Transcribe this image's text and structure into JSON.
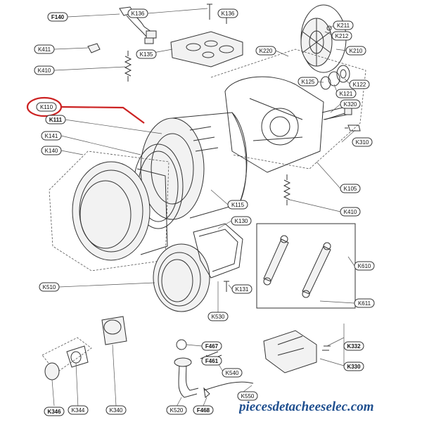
{
  "diagram": {
    "labels": [
      {
        "id": "F140",
        "text": "F140",
        "bold": true
      },
      {
        "id": "K136a",
        "text": "K136"
      },
      {
        "id": "K136b",
        "text": "K136"
      },
      {
        "id": "K211",
        "text": "K211"
      },
      {
        "id": "K212",
        "text": "K212"
      },
      {
        "id": "K210",
        "text": "K210"
      },
      {
        "id": "K411",
        "text": "K411"
      },
      {
        "id": "K135",
        "text": "K135"
      },
      {
        "id": "K220",
        "text": "K220"
      },
      {
        "id": "K410a",
        "text": "K410"
      },
      {
        "id": "K125",
        "text": "K125"
      },
      {
        "id": "K122",
        "text": "K122"
      },
      {
        "id": "K121",
        "text": "K121"
      },
      {
        "id": "K110",
        "text": "K110"
      },
      {
        "id": "K111",
        "text": "K111",
        "bold": true
      },
      {
        "id": "K320",
        "text": "K320"
      },
      {
        "id": "K141",
        "text": "K141"
      },
      {
        "id": "K310",
        "text": "K310"
      },
      {
        "id": "K140",
        "text": "K140"
      },
      {
        "id": "K105",
        "text": "K105"
      },
      {
        "id": "K115",
        "text": "K115"
      },
      {
        "id": "K410b",
        "text": "K410"
      },
      {
        "id": "K130",
        "text": "K130"
      },
      {
        "id": "K610",
        "text": "K610"
      },
      {
        "id": "K510",
        "text": "K510"
      },
      {
        "id": "K131",
        "text": "K131"
      },
      {
        "id": "K611",
        "text": "K611"
      },
      {
        "id": "K530",
        "text": "K530"
      },
      {
        "id": "F467",
        "text": "F467",
        "bold": true
      },
      {
        "id": "F461",
        "text": "F461",
        "bold": true
      },
      {
        "id": "K332",
        "text": "K332",
        "bold": true
      },
      {
        "id": "K540",
        "text": "K540"
      },
      {
        "id": "K330",
        "text": "K330",
        "bold": true
      },
      {
        "id": "K550",
        "text": "K550"
      },
      {
        "id": "K346",
        "text": "K346",
        "bold": true
      },
      {
        "id": "K344",
        "text": "K344"
      },
      {
        "id": "K340",
        "text": "K340"
      },
      {
        "id": "K520",
        "text": "K520"
      },
      {
        "id": "F468",
        "text": "F468",
        "bold": true
      }
    ]
  },
  "watermark": {
    "text": "piecesdetacheeselec.com"
  },
  "colors": {
    "highlight": "#cc2222",
    "watermark": "#1f4f8f",
    "line": "#333333"
  }
}
